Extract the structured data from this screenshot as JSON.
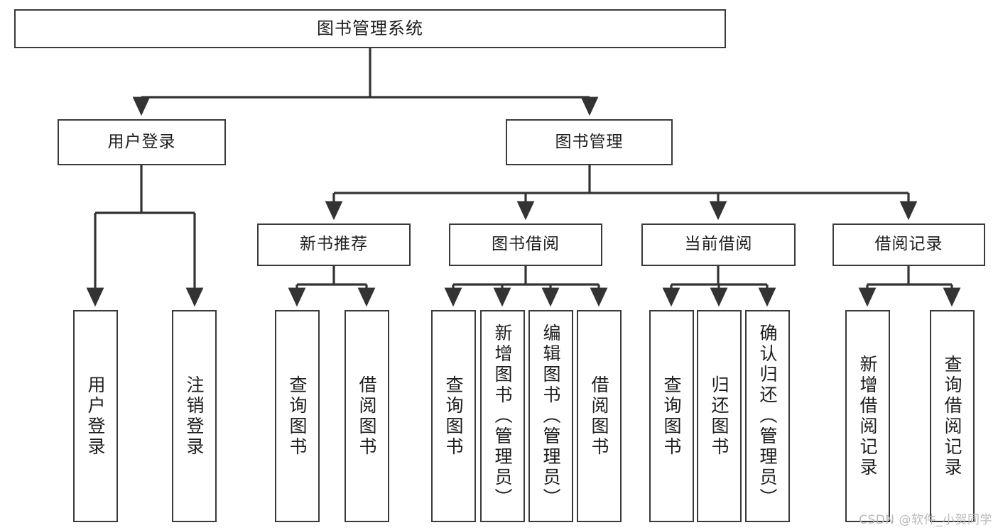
{
  "diagram": {
    "title": "图书管理系统",
    "type": "tree-hierarchy",
    "watermark": "CSDN @软件_小贺同学",
    "colors": {
      "box_border": "#3a3a3a",
      "box_fill": "#ffffff",
      "edge": "#333333",
      "text": "#1d1d1d",
      "watermark": "#b9b9b9",
      "background": "#ffffff"
    }
  },
  "nodes": {
    "root": {
      "label": "图书管理系统",
      "level": 0,
      "orientation": "horizontal"
    },
    "level2": [
      {
        "id": "user-login",
        "label": "用户登录",
        "orientation": "horizontal"
      },
      {
        "id": "book-manage",
        "label": "图书管理",
        "orientation": "horizontal"
      }
    ],
    "level3": [
      {
        "id": "new-book-recommend",
        "label": "新书推荐",
        "orientation": "horizontal",
        "parent": "book-manage"
      },
      {
        "id": "book-borrow",
        "label": "图书借阅",
        "orientation": "horizontal",
        "parent": "book-manage"
      },
      {
        "id": "current-borrow",
        "label": "当前借阅",
        "orientation": "horizontal",
        "parent": "book-manage"
      },
      {
        "id": "borrow-record",
        "label": "借阅记录",
        "orientation": "horizontal",
        "parent": "book-manage"
      }
    ],
    "leaves": [
      {
        "id": "leaf-user-login",
        "label": "用户登录",
        "parent": "user-login",
        "orientation": "vertical"
      },
      {
        "id": "leaf-user-logout",
        "label": "注销登录",
        "parent": "user-login",
        "orientation": "vertical"
      },
      {
        "id": "leaf-query-book-1",
        "label": "查询图书",
        "parent": "new-book-recommend",
        "orientation": "vertical"
      },
      {
        "id": "leaf-borrow-book-1",
        "label": "借阅图书",
        "parent": "new-book-recommend",
        "orientation": "vertical"
      },
      {
        "id": "leaf-query-book-2",
        "label": "查询图书",
        "parent": "book-borrow",
        "orientation": "vertical"
      },
      {
        "id": "leaf-add-book",
        "label": "新增图书（管理员）",
        "parent": "book-borrow",
        "orientation": "vertical"
      },
      {
        "id": "leaf-edit-book",
        "label": "编辑图书（管理员）",
        "parent": "book-borrow",
        "orientation": "vertical"
      },
      {
        "id": "leaf-borrow-book-2",
        "label": "借阅图书",
        "parent": "book-borrow",
        "orientation": "vertical"
      },
      {
        "id": "leaf-query-book-3",
        "label": "查询图书",
        "parent": "current-borrow",
        "orientation": "vertical"
      },
      {
        "id": "leaf-return-book",
        "label": "归还图书",
        "parent": "current-borrow",
        "orientation": "vertical"
      },
      {
        "id": "leaf-confirm-return",
        "label": "确认归还（管理员）",
        "parent": "current-borrow",
        "orientation": "vertical"
      },
      {
        "id": "leaf-add-record",
        "label": "新增借阅记录",
        "parent": "borrow-record",
        "orientation": "vertical"
      },
      {
        "id": "leaf-query-record",
        "label": "查询借阅记录",
        "parent": "borrow-record",
        "orientation": "vertical"
      }
    ]
  }
}
